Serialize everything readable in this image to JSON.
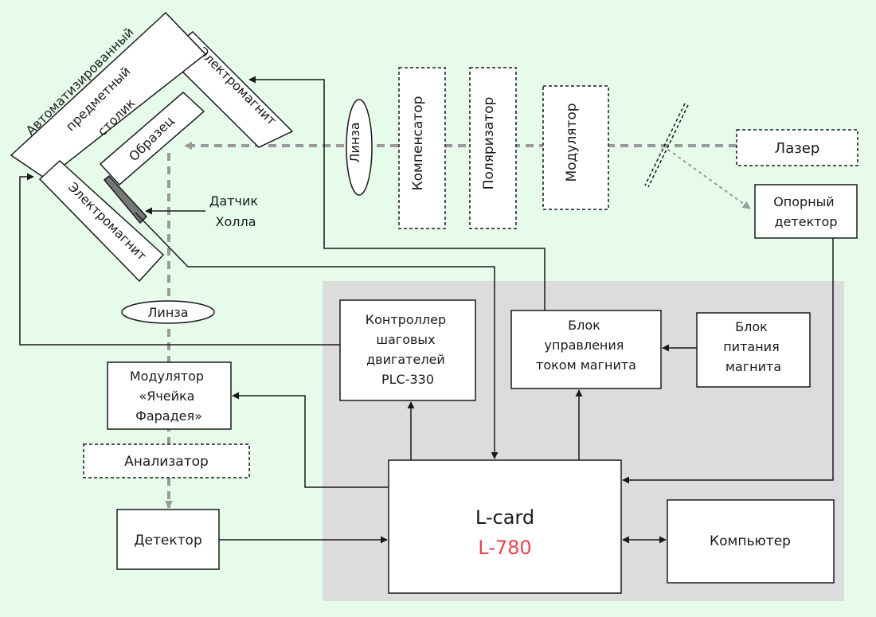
{
  "colors": {
    "background": "#e6fbea",
    "panel": "#dcdcdc",
    "box_fill": "#ffffff",
    "line": "#1a1a1a",
    "beam": "#9a9a9a",
    "model_accent": "#e8424f"
  },
  "blocks": {
    "lazer": "Лазер",
    "modulator": "Модулятор",
    "polarizer": "Поляризатор",
    "compensator": "Компенсатор",
    "lens_top": "Линза",
    "lens_left": "Линза",
    "electromagnet_top": "Электромагнит",
    "electromagnet_bottom": "Электромагнит",
    "stage_lines": [
      "Автоматизированный",
      "предметный",
      "столик"
    ],
    "sample": "Образец",
    "hall_sensor_lines": [
      "Датчик",
      "Холла"
    ],
    "ref_detector_lines": [
      "Опорный",
      "детектор"
    ],
    "stepper_controller_lines": [
      "Контроллер",
      "шаговых",
      "двигателей",
      "PLC-330"
    ],
    "magnet_control_lines": [
      "Блок",
      "управления",
      "током магнита"
    ],
    "magnet_power_lines": [
      "Блок",
      "питания",
      "магнита"
    ],
    "faraday_modulator_lines": [
      "Модулятор",
      "«Ячейка",
      "Фарадея»"
    ],
    "analyzer": "Анализатор",
    "detector": "Детектор",
    "lcard_name": "L-card",
    "lcard_model": "L-780",
    "computer": "Компьютер"
  }
}
